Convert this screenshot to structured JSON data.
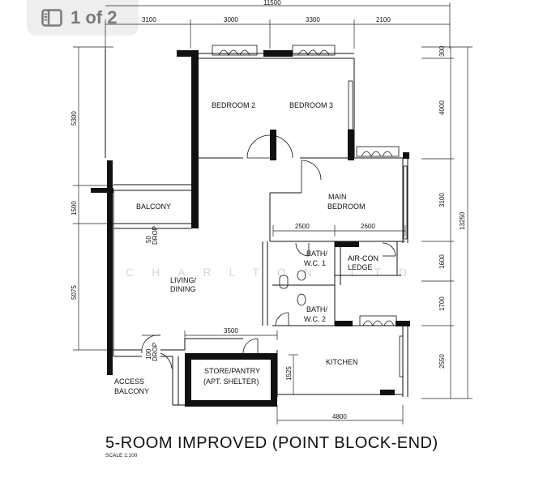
{
  "page_indicator": {
    "label": "1 of 2",
    "icon": "sidebar-icon"
  },
  "dimensions": {
    "overall_width": "11500",
    "top": [
      "3100",
      "3000",
      "3300",
      "2100"
    ],
    "right_total": "13250",
    "right": [
      "300",
      "4000",
      "3100",
      "1600",
      "1700",
      "2550"
    ],
    "left": [
      "5300",
      "1500",
      "5075"
    ],
    "interior_bath_left": "2500",
    "interior_bath_right": "2600",
    "store_width": "3500",
    "store_depth": "1525",
    "kitchen_width": "4800"
  },
  "rooms": {
    "bedroom2": "BEDROOM 2",
    "bedroom3": "BEDROOM 3",
    "main_bedroom_1": "MAIN",
    "main_bedroom_2": "BEDROOM",
    "balcony": "BALCONY",
    "drop1_a": "50",
    "drop1_b": "DROP",
    "living_1": "LIVING/",
    "living_2": "DINING",
    "bath1_a": "BATH/",
    "bath1_b": "W.C. 1",
    "aircon_a": "AIR-CON",
    "aircon_b": "LEDGE",
    "bath2_a": "BATH/",
    "bath2_b": "W.C. 2",
    "kitchen": "KITCHEN",
    "store_a": "STORE/PANTRY",
    "store_b": "(APT. SHELTER)",
    "drop2_a": "100",
    "drop2_b": "DROP",
    "access_a": "ACCESS",
    "access_b": "BALCONY"
  },
  "watermark": "CHARLTON LTD",
  "title": "5-ROOM IMPROVED (POINT BLOCK-END)",
  "scale": "SCALE  1:100"
}
